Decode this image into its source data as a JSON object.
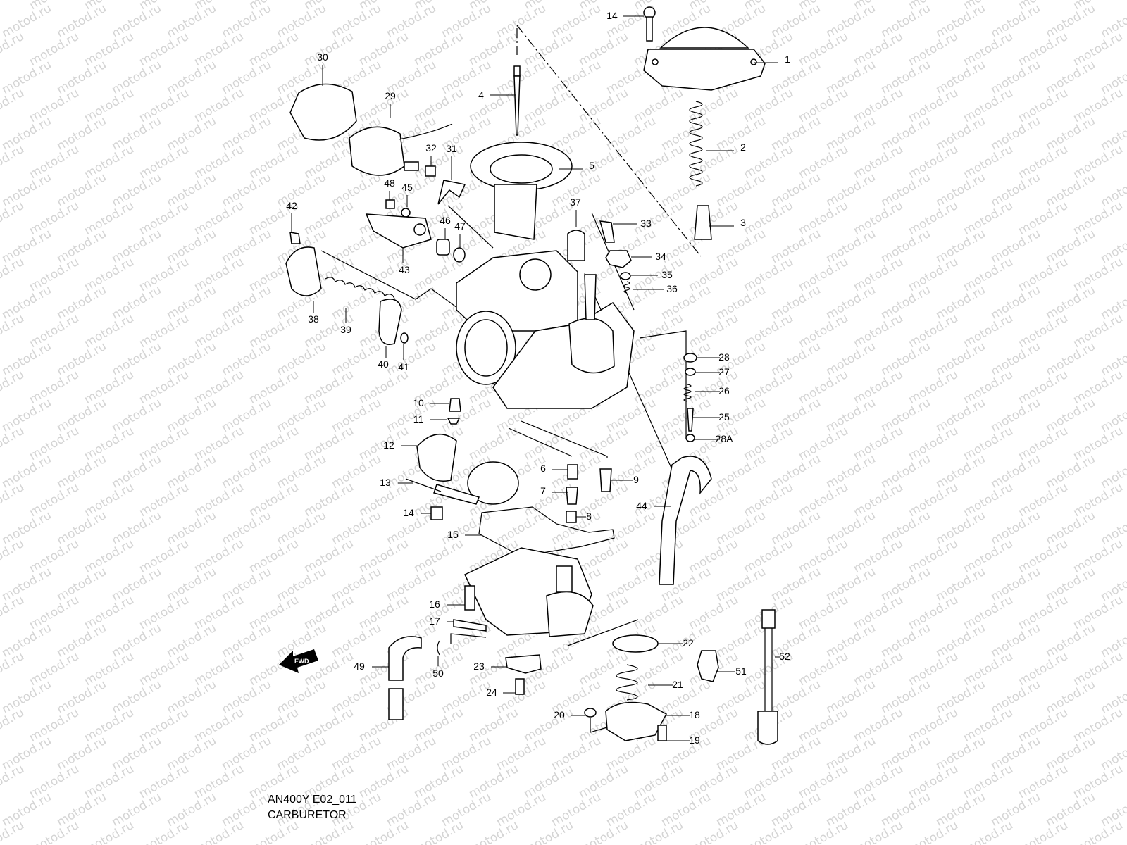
{
  "watermark": "motod.ru",
  "footer": {
    "code": "AN400Y E02_011",
    "title": "CARBURETOR"
  },
  "fwd_label": "FWD",
  "callouts": {
    "c1": "1",
    "c2": "2",
    "c3": "3",
    "c4": "4",
    "c5": "5",
    "c6": "6",
    "c7": "7",
    "c8": "8",
    "c9": "9",
    "c10": "10",
    "c11": "11",
    "c12": "12",
    "c13": "13",
    "c14a": "14",
    "c14b": "14",
    "c15": "15",
    "c16": "16",
    "c17": "17",
    "c18": "18",
    "c19": "19",
    "c20": "20",
    "c21": "21",
    "c22": "22",
    "c23": "23",
    "c24": "24",
    "c25": "25",
    "c26": "26",
    "c27": "27",
    "c28": "28",
    "c28a": "28A",
    "c29": "29",
    "c30": "30",
    "c31": "31",
    "c32": "32",
    "c33": "33",
    "c34": "34",
    "c35": "35",
    "c36": "36",
    "c37": "37",
    "c38": "38",
    "c39": "39",
    "c40": "40",
    "c41": "41",
    "c42": "42",
    "c43": "43",
    "c44": "44",
    "c45": "45",
    "c46": "46",
    "c47": "47",
    "c48": "48",
    "c49": "49",
    "c50": "50",
    "c51": "51",
    "c52": "52"
  }
}
